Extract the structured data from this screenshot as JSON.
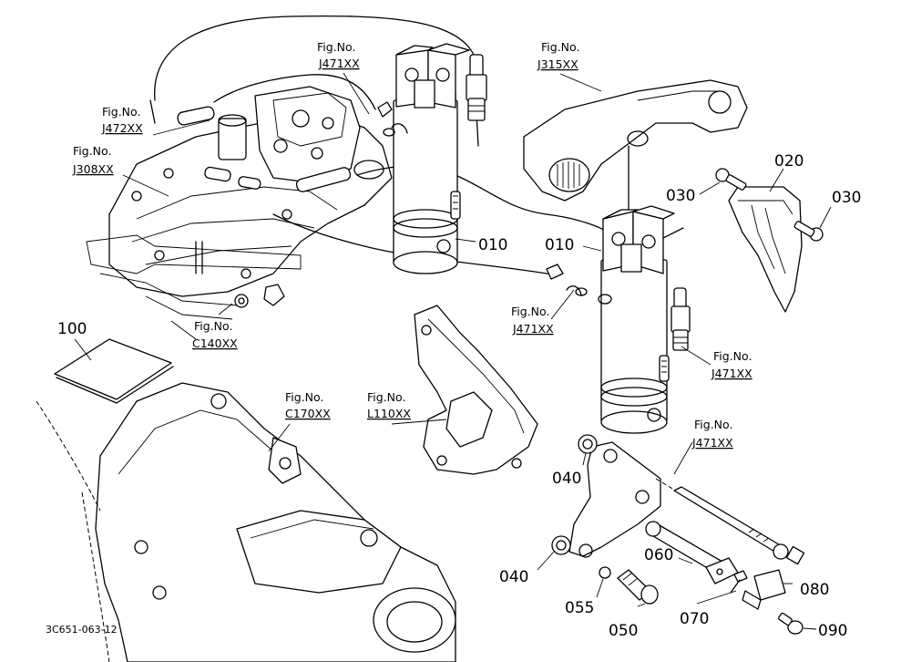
{
  "diagram": {
    "figure_code": "3C651-063-12",
    "fig_prefix": "Fig.No.",
    "references": [
      {
        "id": "j471-a",
        "code": "J471XX"
      },
      {
        "id": "j315",
        "code": "J315XX"
      },
      {
        "id": "j472",
        "code": "J472XX"
      },
      {
        "id": "j308",
        "code": "J308XX"
      },
      {
        "id": "c140",
        "code": "C140XX"
      },
      {
        "id": "j471-b",
        "code": "J471XX"
      },
      {
        "id": "j471-c",
        "code": "J471XX"
      },
      {
        "id": "c170",
        "code": "C170XX"
      },
      {
        "id": "l110",
        "code": "L110XX"
      },
      {
        "id": "j471-d",
        "code": "J471XX"
      }
    ],
    "parts": [
      {
        "id": "010-a",
        "number": "010"
      },
      {
        "id": "010-b",
        "number": "010"
      },
      {
        "id": "020",
        "number": "020"
      },
      {
        "id": "030-a",
        "number": "030"
      },
      {
        "id": "030-b",
        "number": "030"
      },
      {
        "id": "040-a",
        "number": "040"
      },
      {
        "id": "040-b",
        "number": "040"
      },
      {
        "id": "050",
        "number": "050"
      },
      {
        "id": "055",
        "number": "055"
      },
      {
        "id": "060",
        "number": "060"
      },
      {
        "id": "070",
        "number": "070"
      },
      {
        "id": "080",
        "number": "080"
      },
      {
        "id": "090",
        "number": "090"
      },
      {
        "id": "100",
        "number": "100"
      }
    ]
  }
}
